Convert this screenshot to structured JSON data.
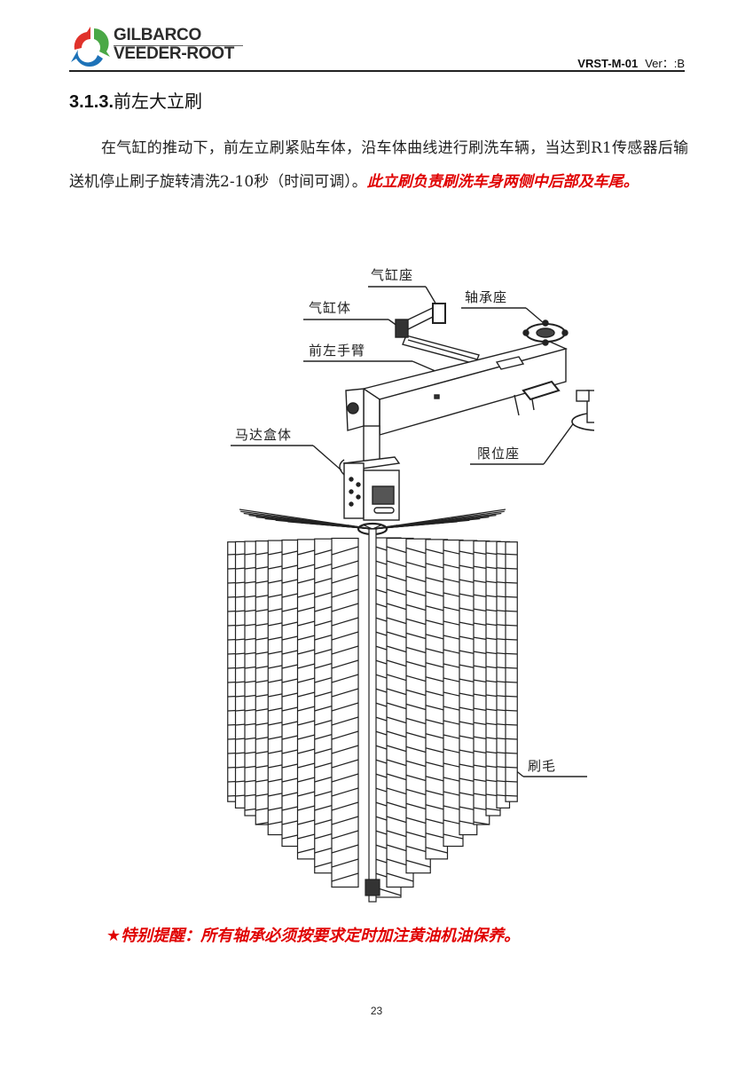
{
  "header": {
    "brand_line1": "GILBARCO",
    "brand_line2": "VEEDER-ROOT",
    "doc_code": "VRST-M-01",
    "version": "Ver：:B",
    "logo_colors": [
      "#e0322b",
      "#4aa846",
      "#1d72b8"
    ]
  },
  "section": {
    "number": "3.1.3.",
    "title": "前左大立刷"
  },
  "paragraph": {
    "text": "在气缸的推动下，前左立刷紧贴车体，沿车体曲线进行刷洗车辆，当达到R1传感器后输送机停止刷子旋转清洗2-10秒（时间可调）。",
    "highlight": "此立刷负责刷洗车身两侧中后部及车尾。",
    "highlight_color": "#e00000"
  },
  "figure": {
    "labels": {
      "cylinder_seat": "气缸座",
      "cylinder_body": "气缸体",
      "bearing_seat": "轴承座",
      "front_left_arm": "前左手臂",
      "motor_box": "马达盒体",
      "limit_seat": "限位座",
      "bristles": "刷毛"
    }
  },
  "note": {
    "icon": "star-icon",
    "text": "★特别提醒：所有轴承必须按要求定时加注黄油机油保养。"
  },
  "footer": {
    "page_number": "23"
  }
}
